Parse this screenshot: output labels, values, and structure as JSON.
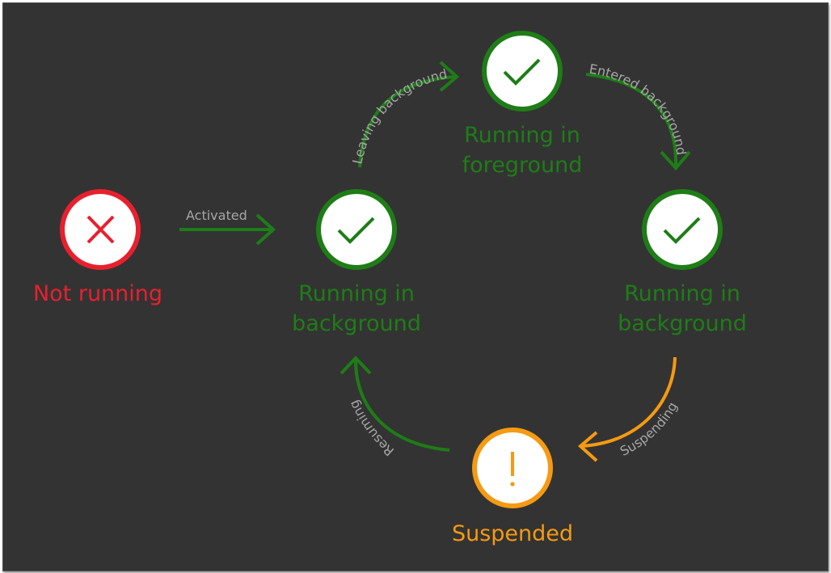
{
  "colors": {
    "background": "#333333",
    "running": "#1e7d16",
    "running_fill": "#ffffff",
    "not_running": "#e8202e",
    "suspended": "#f59a12",
    "edge_label": "#a6a6a6"
  },
  "states": {
    "not_running": {
      "line1": "Not running",
      "icon": "x-icon"
    },
    "background_left": {
      "line1": "Running in",
      "line2": "background",
      "icon": "check-icon"
    },
    "foreground": {
      "line1": "Running in",
      "line2": "foreground",
      "icon": "check-icon"
    },
    "background_right": {
      "line1": "Running in",
      "line2": "background",
      "icon": "check-icon"
    },
    "suspended": {
      "line1": "Suspended",
      "icon": "exclamation-icon"
    }
  },
  "transitions": {
    "activated": "Activated",
    "leaving_background": "Leaving background",
    "entered_background": "Entered background",
    "suspending": "Suspending",
    "resuming": "Resuming"
  }
}
